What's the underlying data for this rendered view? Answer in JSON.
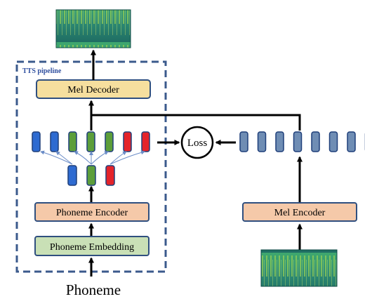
{
  "pipeline": {
    "label": "TTS pipeline",
    "mel_decoder": "Mel Decoder",
    "phoneme_encoder": "Phoneme Encoder",
    "phoneme_embedding": "Phoneme Embedding",
    "input_label": "Phoneme"
  },
  "side": {
    "mel_encoder": "Mel Encoder"
  },
  "loss": {
    "label": "Loss"
  },
  "colors": {
    "dashed_border": "#3b5a8c",
    "pipeline_label": "#2f4f9f",
    "mel_decoder_fill": "#f6df9e",
    "encoder_fill": "#f5c9a9",
    "embedding_fill": "#c9e0b6",
    "token_blue": "#2e6bd1",
    "token_green": "#5c9e3a",
    "token_red": "#e4232a",
    "token_gray": "#6f8db4",
    "spectrogram_bg": "#1c7a63"
  },
  "sequences": {
    "upper_tokens": [
      "blue",
      "blue",
      "green",
      "green",
      "green",
      "red",
      "red"
    ],
    "lower_tokens": [
      "blue",
      "green",
      "red"
    ],
    "mel_tokens": [
      "gray",
      "gray",
      "gray",
      "gray",
      "gray",
      "gray",
      "gray",
      "gray"
    ]
  }
}
